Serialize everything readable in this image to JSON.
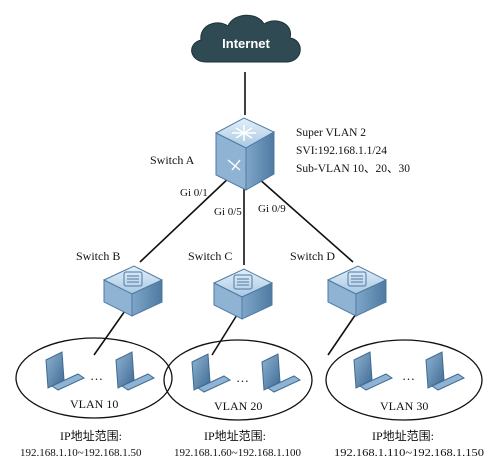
{
  "cloud": {
    "label": "Internet"
  },
  "core_switch": {
    "name": "Switch A",
    "info": [
      "Super VLAN 2",
      "SVI:192.168.1.1/24",
      "Sub-VLAN 10、20、30"
    ],
    "ports": [
      "Gi 0/1",
      "Gi 0/5",
      "Gi 0/9"
    ]
  },
  "access_switches": [
    {
      "name": "Switch B",
      "vlan": "VLAN 10",
      "ip_caption": "IP地址范围:",
      "ip_range": "192.168.1.10~192.168.1.50"
    },
    {
      "name": "Switch C",
      "vlan": "VLAN 20",
      "ip_caption": "IP地址范围:",
      "ip_range": "192.168.1.60~192.168.1.100"
    },
    {
      "name": "Switch D",
      "vlan": "VLAN 30",
      "ip_caption": "IP地址范围:",
      "ip_range": "192.168.1.110~192.168.1.150"
    }
  ],
  "ellipsis": "…",
  "colors": {
    "cloud": "#2f4a52",
    "device_light": "#cfe3f2",
    "device_mid": "#8fb4d3",
    "device_dark": "#5c86ad",
    "line": "#111111"
  }
}
